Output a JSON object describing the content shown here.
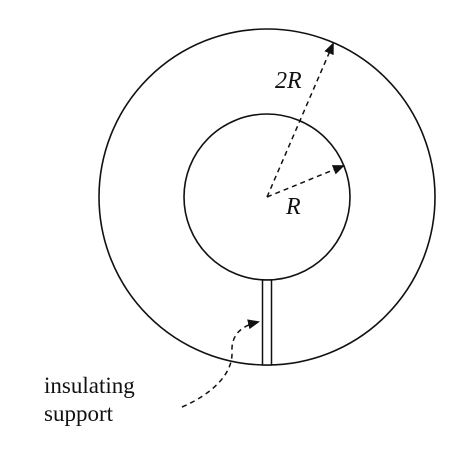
{
  "labels": {
    "outer_radius": "2R",
    "inner_radius": "R",
    "support_line1": "insulating",
    "support_line2": "support"
  },
  "colors": {
    "stroke": "#111111",
    "background": "#ffffff"
  }
}
